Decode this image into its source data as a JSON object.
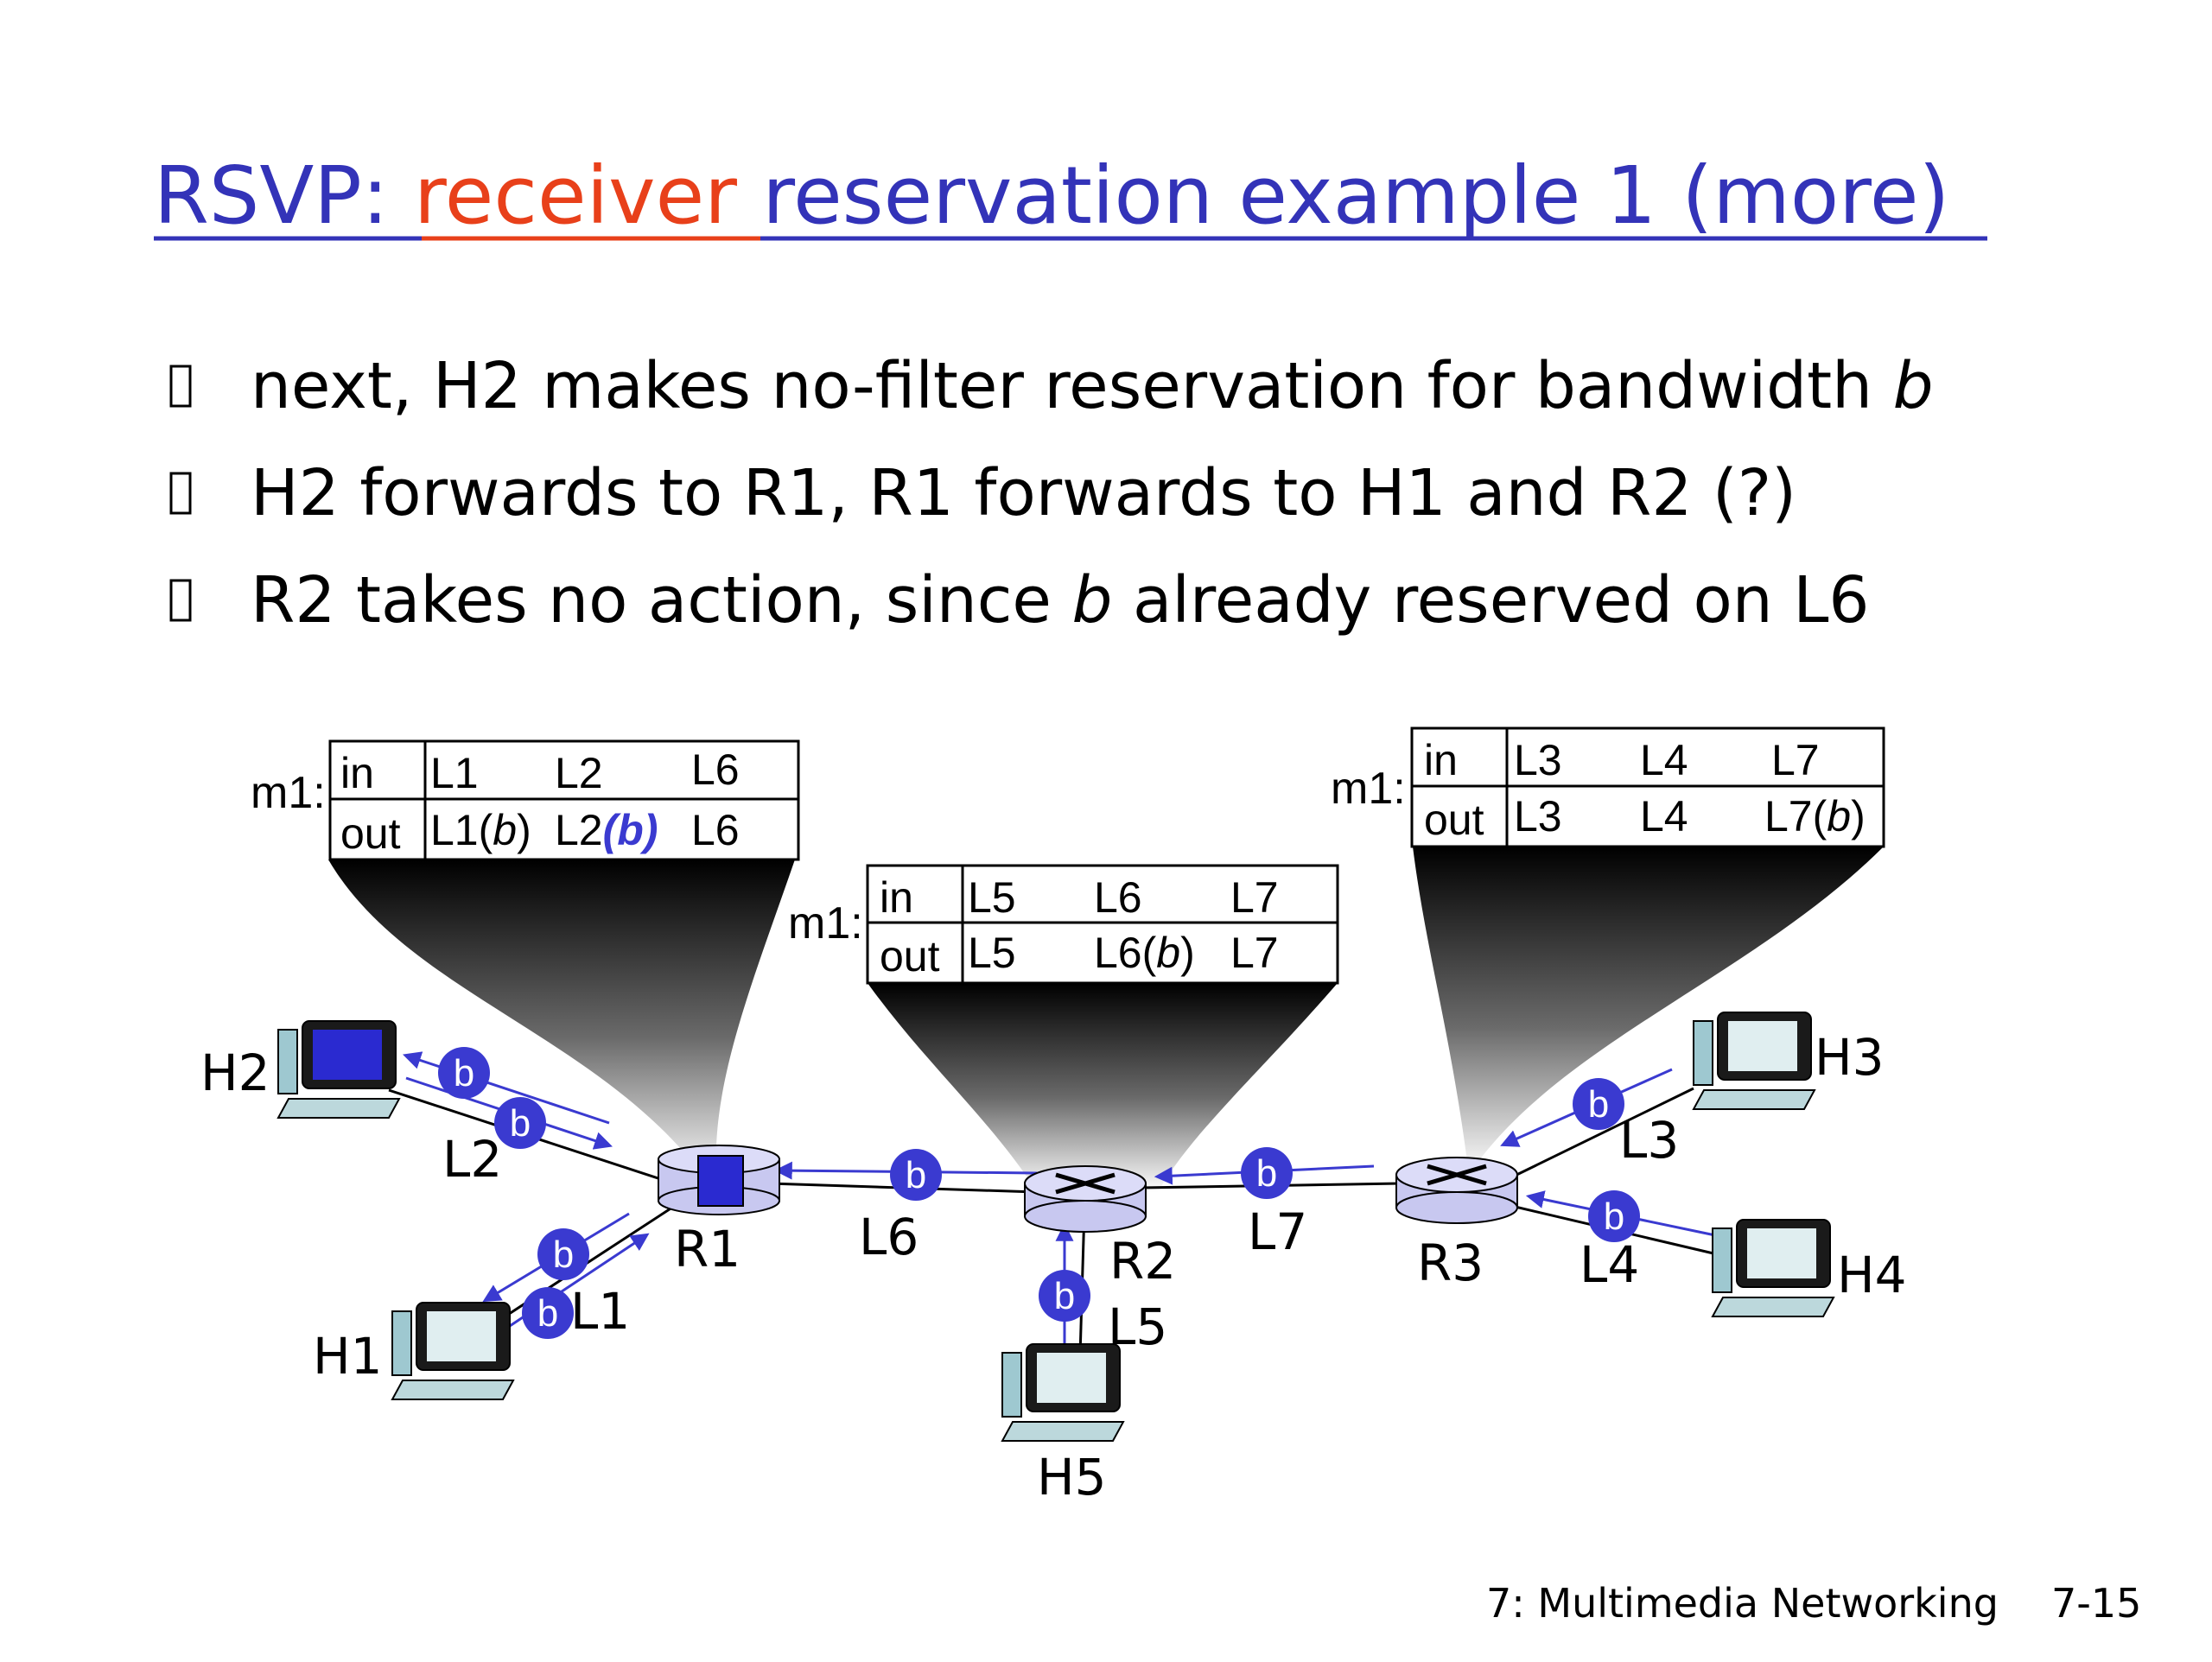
{
  "title": {
    "prefix": "RSVP: ",
    "accent": "receiver",
    "suffix": " reservation example  1 (more)"
  },
  "bullets": [
    {
      "text": "next, H2 makes no-filter reservation for bandwidth ",
      "italic": "b",
      "after": ""
    },
    {
      "text": "H2 forwards to R1, R1 forwards to H1 and R2 (?)",
      "italic": "",
      "after": ""
    },
    {
      "text": "R2 takes no action, since ",
      "italic": "b",
      "after": " already reserved on L6"
    }
  ],
  "tables": {
    "r1": {
      "label": "m1:",
      "row_in": {
        "label": "in",
        "cells": [
          "L1",
          "L2",
          "L6"
        ]
      },
      "row_out": {
        "label": "out",
        "cells": [
          "L1(",
          "b",
          ")",
          "L2",
          "(b)",
          "L6"
        ]
      }
    },
    "r2": {
      "label": "m1:",
      "row_in": {
        "label": "in",
        "cells": [
          "L5",
          "L6",
          "L7"
        ]
      },
      "row_out": {
        "label": "out",
        "cells": [
          "L5",
          "L6(",
          "b",
          ")",
          "L7"
        ]
      }
    },
    "r3": {
      "label": "m1:",
      "row_in": {
        "label": "in",
        "cells": [
          "L3",
          "L4",
          "L7"
        ]
      },
      "row_out": {
        "label": "out",
        "cells": [
          "L3",
          "L4",
          "L7(",
          "b",
          ")"
        ]
      }
    }
  },
  "nodes": {
    "hosts": [
      "H1",
      "H2",
      "H3",
      "H4",
      "H5"
    ],
    "routers": [
      "R1",
      "R2",
      "R3"
    ],
    "links": [
      "L1",
      "L2",
      "L3",
      "L4",
      "L5",
      "L6",
      "L7"
    ]
  },
  "badge_label": "b",
  "footer": {
    "chapter": "7: Multimedia Networking",
    "page": "7-15"
  },
  "colors": {
    "title": "#3333b8",
    "accent": "#e8401a",
    "badge": "#3a3ad0",
    "router": "#c8c8f0",
    "link": "#000000"
  }
}
